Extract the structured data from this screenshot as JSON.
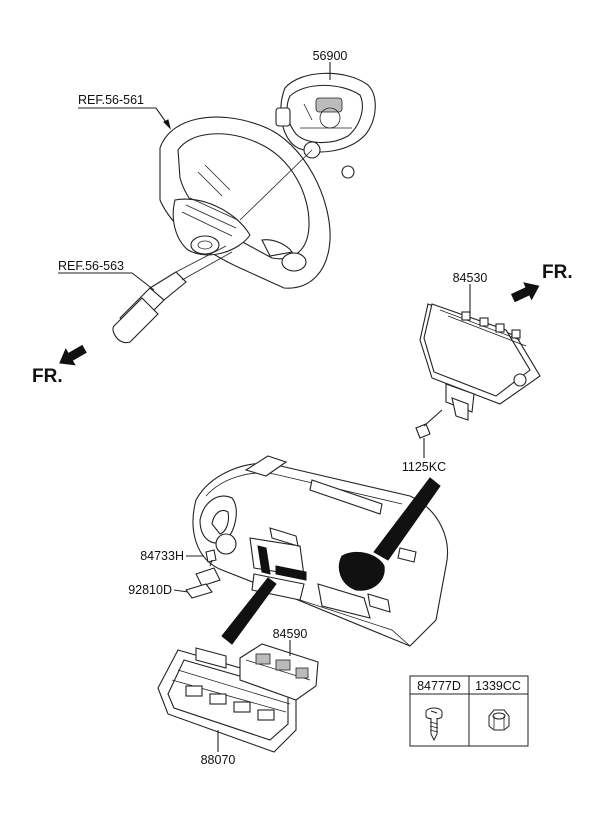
{
  "labels": {
    "airbag_module": "56900",
    "ref_steering_wheel": "REF.56-561",
    "ref_steering_column": "REF.56-563",
    "fr_left": "FR.",
    "fr_right": "FR.",
    "passenger_airbag": "84530",
    "bolt": "1125KC",
    "clip": "84733H",
    "bracket": "92810D",
    "switch_panel": "84590",
    "lower_panel": "88070"
  },
  "fastener_table": {
    "headers": [
      "84777D",
      "1339CC"
    ],
    "icons": [
      "screw-icon",
      "nut-icon"
    ]
  }
}
